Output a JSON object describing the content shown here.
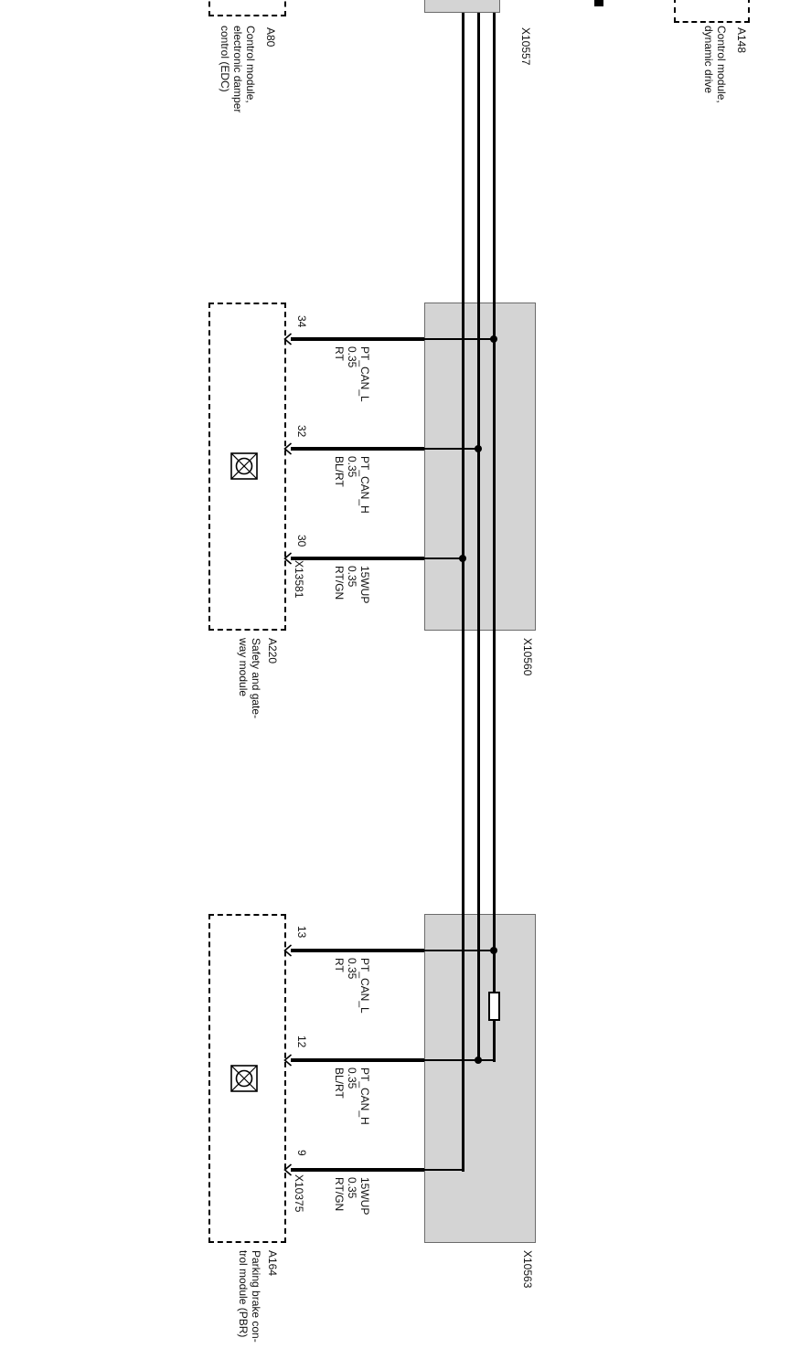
{
  "top_partial_modules": {
    "edc": {
      "id": "A80",
      "desc_lines": [
        "Control module,",
        "electronic damper",
        "control (EDC)"
      ]
    },
    "splice_block_id": "X10557",
    "dynamic_drive": {
      "id": "A148",
      "desc_lines": [
        "Control module,",
        "dynamic drive"
      ]
    }
  },
  "gateway": {
    "id": "A220",
    "desc_lines": [
      "Safety and gate-",
      "way module"
    ],
    "connector_id": "X13581",
    "splice_block_id": "X10560",
    "pins": [
      {
        "number": "34",
        "signal": "PT_CAN_L",
        "size": "0.35",
        "color": "RT"
      },
      {
        "number": "32",
        "signal": "PT_CAN_H",
        "size": "0.35",
        "color": "BL/RT"
      },
      {
        "number": "30",
        "signal": "15WUP",
        "size": "0.35",
        "color": "RT/GN"
      }
    ]
  },
  "parking_brake": {
    "id": "A164",
    "desc_lines": [
      "Parking brake con-",
      "trol module (PBR)"
    ],
    "connector_id": "X10375",
    "splice_block_id": "X10563",
    "pins": [
      {
        "number": "13",
        "signal": "PT_CAN_L",
        "size": "0.35",
        "color": "RT"
      },
      {
        "number": "12",
        "signal": "PT_CAN_H",
        "size": "0.35",
        "color": "BL/RT"
      },
      {
        "number": "9",
        "signal": "15WUP",
        "size": "0.35",
        "color": "RT/GN"
      }
    ]
  },
  "colors": {
    "background": "#ffffff",
    "block_fill": "#d4d4d4",
    "line": "#000000"
  }
}
